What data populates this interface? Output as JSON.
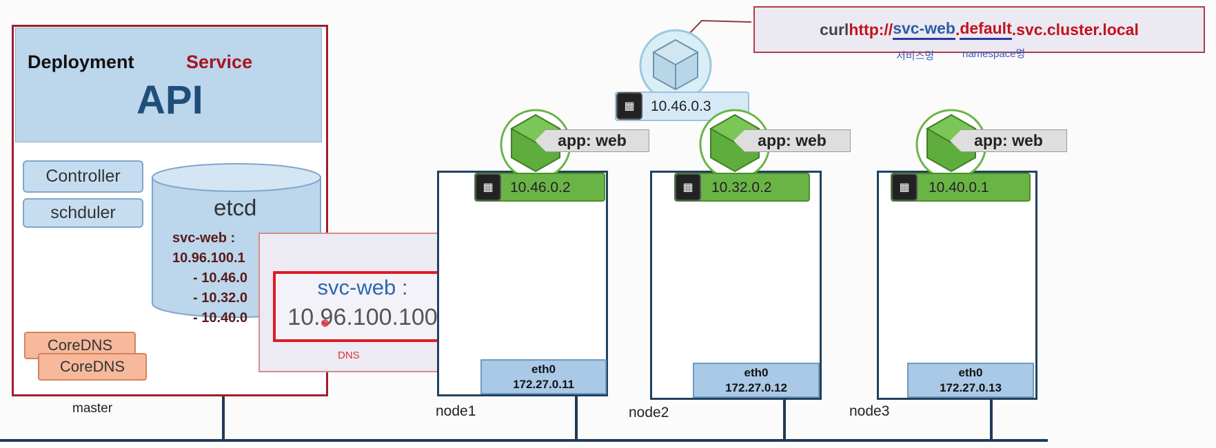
{
  "master": {
    "label": "master",
    "api_box": {
      "deployment": "Deployment",
      "service": "Service",
      "api": "API"
    },
    "controller": "Controller",
    "scheduler": "schduler",
    "etcd": {
      "title": "etcd",
      "lines": [
        "svc-web :",
        "10.96.100.1",
        "- 10.46.0",
        "- 10.32.0",
        "- 10.40.0"
      ]
    },
    "coredns": [
      "CoreDNS",
      "CoreDNS"
    ]
  },
  "dns_popup": {
    "service": "svc-web :",
    "ip": "10.96.100.100",
    "caption": "DNS"
  },
  "client_pod": {
    "ip": "10.46.0.3"
  },
  "curl": {
    "prefix": "curl ",
    "scheme": "http://",
    "service": "svc-web",
    "dot1": ".",
    "namespace": "default",
    "suffix": ".svc.cluster.local",
    "service_note": "서비스명",
    "namespace_note": "namespace명"
  },
  "nodes": [
    {
      "name": "node1",
      "pod_ip": "10.46.0.2",
      "label": "app: web",
      "eth": "eth0",
      "eth_ip": "172.27.0.11"
    },
    {
      "name": "node2",
      "pod_ip": "10.32.0.2",
      "label": "app: web",
      "eth": "eth0",
      "eth_ip": "172.27.0.12"
    },
    {
      "name": "node3",
      "pod_ip": "10.40.0.1",
      "label": "app: web",
      "eth": "eth0",
      "eth_ip": "172.27.0.13"
    }
  ],
  "colors": {
    "master_border": "#a11d2b",
    "pod_green": "#6ab446",
    "node_border": "#21415e",
    "eth_blue": "#a9c9e6",
    "dns_red": "#e01a23"
  }
}
